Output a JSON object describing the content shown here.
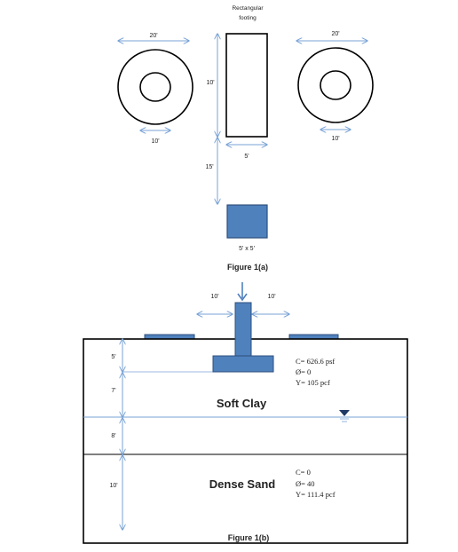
{
  "figure_a": {
    "footing_label_line1": "Rectangular",
    "footing_label_line2": "footing",
    "left_tank_outer": "20'",
    "left_tank_inner": "10'",
    "right_tank_outer": "20'",
    "right_tank_inner": "10'",
    "footing_length": "10'",
    "footing_width": "5'",
    "spacing": "15'",
    "square_footing_label": "5' x 5'",
    "caption": "Figure 1(a)"
  },
  "figure_b": {
    "left_offset": "10'",
    "right_offset": "10'",
    "depth_footing": "5'",
    "depth_to_water": "7'",
    "depth_below_water": "8'",
    "depth_sand": "10'",
    "clay": {
      "name": "Soft Clay",
      "cohesion": "C=  626.6 psf",
      "friction": "Ø= 0",
      "unit_weight": "Y=  105 pcf"
    },
    "sand": {
      "name": "Dense Sand",
      "cohesion": "C= 0",
      "friction": "Ø= 40",
      "unit_weight": "Y=  111.4 pcf"
    },
    "caption": "Figure 1(b)"
  }
}
